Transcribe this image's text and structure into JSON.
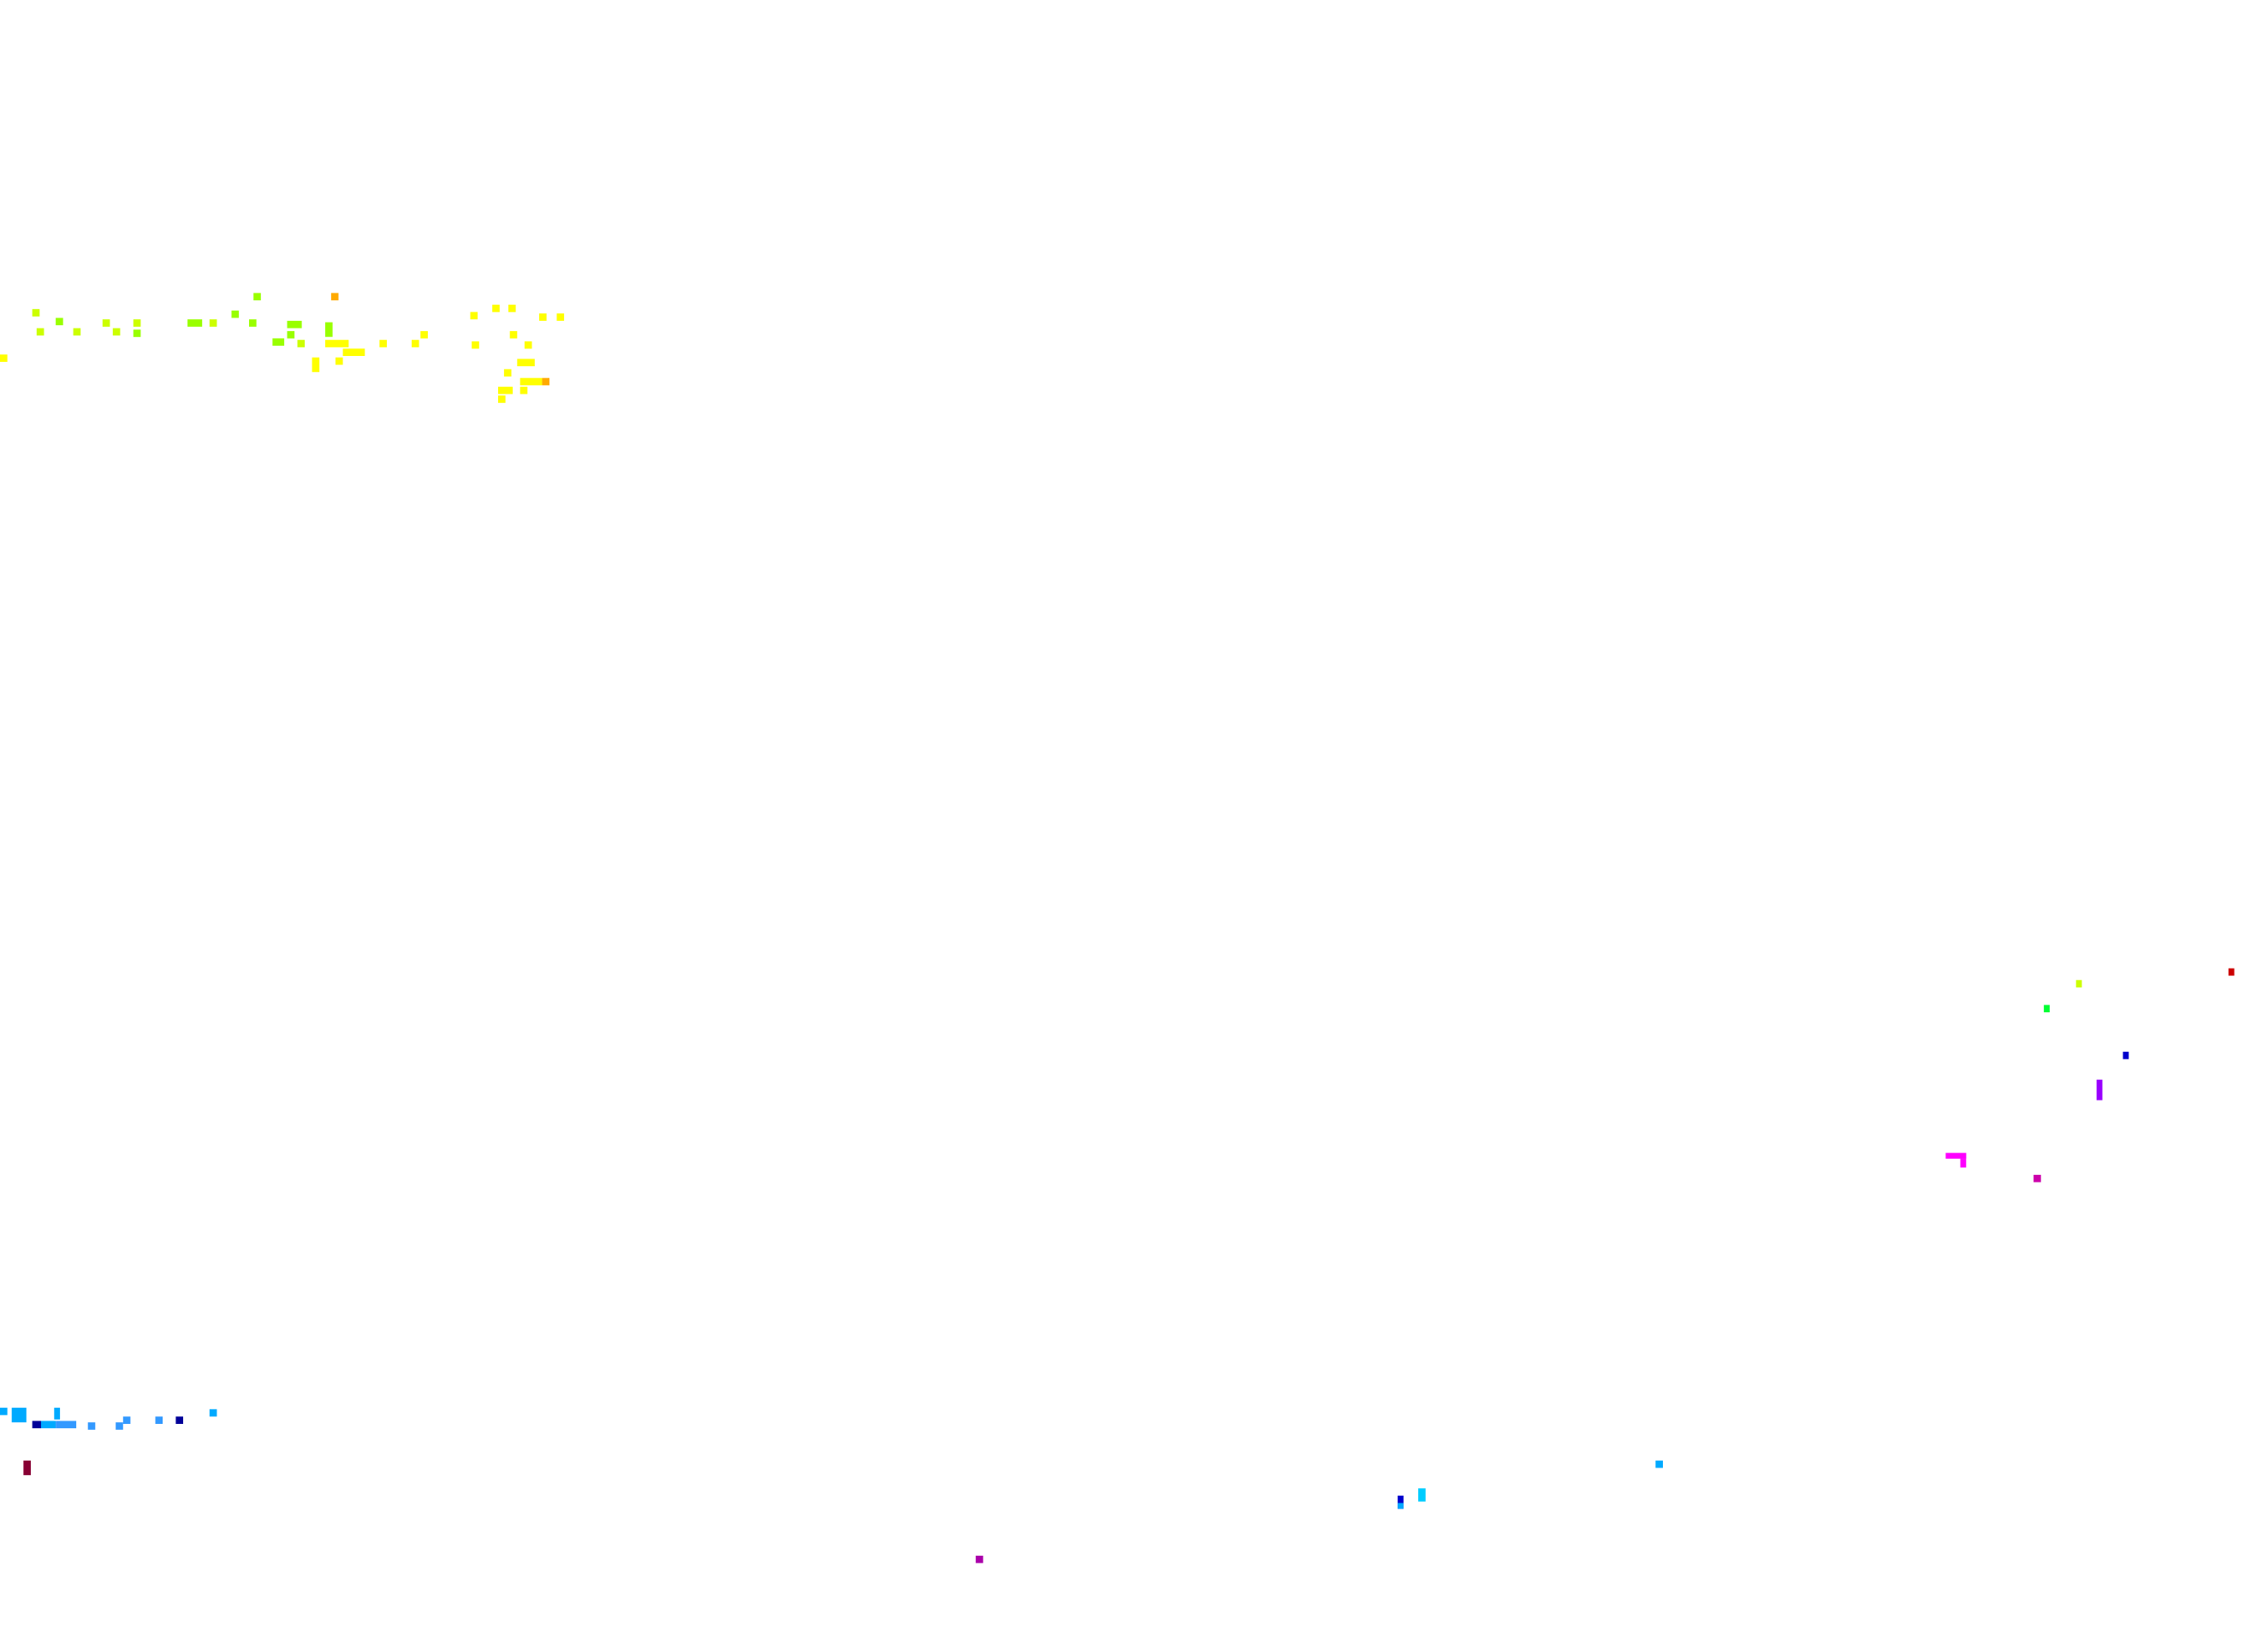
{
  "background": "#ffffff",
  "palette": {
    "yellow": "#ffff00",
    "yellow_green": "#ccff00",
    "lime": "#99ff00",
    "orange": "#ffaa00",
    "red": "#cc0000",
    "green": "#00ff33",
    "blue": "#0000cc",
    "violet": "#9900ff",
    "magenta": "#ff00ff",
    "pink_magenta": "#cc00aa",
    "sky": "#00aaff",
    "light_sky": "#00ccff",
    "azure": "#3399ff",
    "navy": "#000099",
    "maroon": "#880033",
    "purple": "#aa00aa"
  },
  "clusters": [
    {
      "name": "top-left-cluster",
      "colors": [
        "yellow",
        "yellow_green",
        "lime",
        "orange"
      ]
    },
    {
      "name": "right-cluster",
      "colors": [
        "red",
        "yellow_green",
        "green",
        "blue",
        "violet",
        "magenta",
        "pink_magenta"
      ]
    },
    {
      "name": "bottom-left-cluster",
      "colors": [
        "sky",
        "azure",
        "navy",
        "maroon"
      ]
    },
    {
      "name": "bottom-center-cluster",
      "colors": [
        "purple",
        "sky",
        "light_sky",
        "blue"
      ]
    }
  ]
}
